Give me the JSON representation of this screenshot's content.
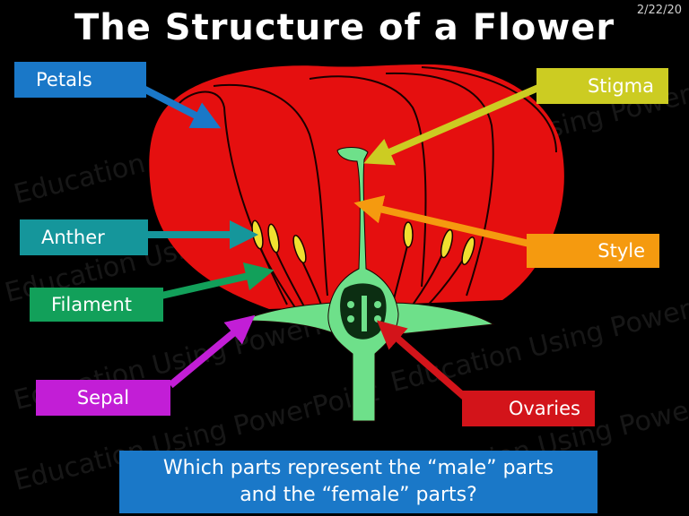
{
  "slide": {
    "title": "The Structure of a Flower",
    "date": "2/22/20",
    "watermark": "Education Using PowerPoint",
    "question_line1": "Which parts represent the “male” parts",
    "question_line2": "and the “female” parts?"
  },
  "labels": {
    "petals": "Petals",
    "anther": "Anther",
    "filament": "Filament",
    "sepal": "Sepal",
    "stigma": "Stigma",
    "style": "Style",
    "ovaries": "Ovaries"
  },
  "colors": {
    "petals": "#1a78c8",
    "anther": "#15969b",
    "filament": "#12a05a",
    "sepal": "#c21ed6",
    "stigma": "#cccc22",
    "style": "#f59a0f",
    "ovaries": "#d3141a",
    "flower": "#e50f0f",
    "stem": "#6ee08a"
  }
}
